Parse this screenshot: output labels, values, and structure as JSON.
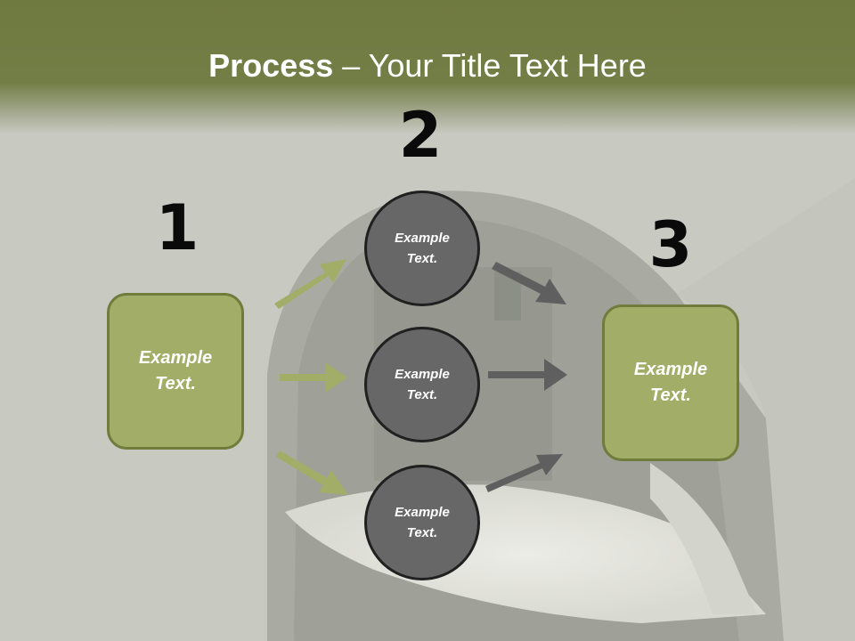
{
  "title": {
    "bold": "Process",
    "rest": " – Your Title Text Here"
  },
  "steps": {
    "one": "1",
    "two": "2",
    "three": "3"
  },
  "left_box": {
    "line1": "Example",
    "line2": "Text."
  },
  "circles": [
    {
      "line1": "Example",
      "line2": "Text."
    },
    {
      "line1": "Example",
      "line2": "Text."
    },
    {
      "line1": "Example",
      "line2": "Text."
    }
  ],
  "right_box": {
    "line1": "Example",
    "line2": "Text."
  },
  "colors": {
    "header": "#737e46",
    "box": "#a2ad68",
    "circle": "#676767",
    "green_arrow": "#a2ad68",
    "gray_arrow": "#5f5f5f"
  }
}
